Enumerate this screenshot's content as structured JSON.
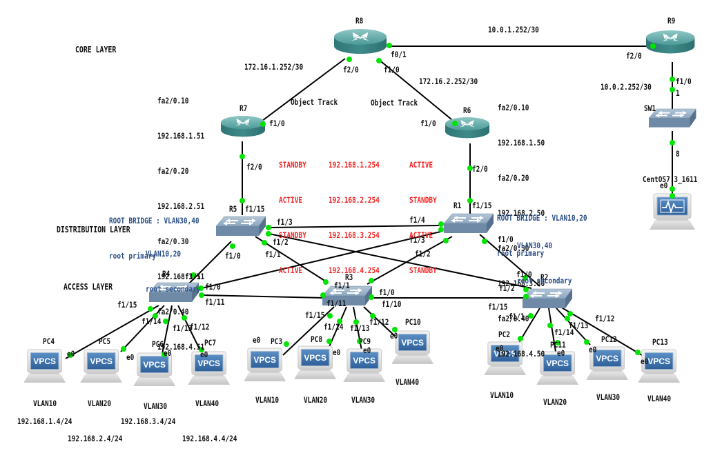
{
  "layers": {
    "core": "CORE LAYER",
    "distribution": "DISTRIBUTION LAYER",
    "access": "ACCESS LAYER"
  },
  "devices": {
    "R8": "R8",
    "R9": "R9",
    "R7": "R7",
    "R6": "R6",
    "SW1": "SW1",
    "CentOS": "CentOS7.3_1611",
    "R5": "R5",
    "R1": "R1",
    "R4": "R4",
    "R3": "R3",
    "R2": "R2",
    "PC2": "PC2",
    "PC3": "PC3",
    "PC4": "PC4",
    "PC5": "PC5",
    "PC6": "PC6",
    "PC7": "PC7",
    "PC8": "PC8",
    "PC9": "PC9",
    "PC10": "PC10",
    "PC11": "PC11",
    "PC12": "PC12",
    "PC13": "PC13"
  },
  "vpcs_label": "VPCS",
  "subnets": {
    "r8_r9": "10.0.1.252/30",
    "r9_sw1": "10.0.2.252/30",
    "r8_r7": "172.16.1.252/30",
    "r8_r6": "172.16.2.252/30"
  },
  "object_track": "Object Track",
  "r7_subifs": [
    "fa2/0.10",
    "192.168.1.51",
    "fa2/0.20",
    "192.168.2.51",
    "fa2/0.30",
    "192.168.3.51",
    "fa2/0.40",
    "192.168.4.51"
  ],
  "r6_subifs": [
    "fa2/0.10",
    "192.168.1.50",
    "fa2/0.20",
    "192.168.2.50",
    "fa2/0.30",
    "192.168.3.50",
    "fa2/0.40",
    "192.168.4.50"
  ],
  "hsrp": {
    "r7_states": [
      "STANDBY",
      "ACTIVE",
      "STANDBY",
      "ACTIVE"
    ],
    "vips": [
      "192.168.1.254",
      "192.168.2.254",
      "192.168.3.254",
      "192.168.4.254"
    ],
    "r6_states": [
      "ACTIVE",
      "STANDBY",
      "ACTIVE",
      "STANDBY"
    ]
  },
  "stp": {
    "r5_primary": [
      "ROOT BRIDGE : VLAN30,40",
      "root primary"
    ],
    "r5_secondary": [
      "VLAN10,20",
      "root secondary"
    ],
    "r1_primary": [
      "ROOT BRIDGE : VLAN10,20",
      "root primary"
    ],
    "r1_secondary": [
      "VLAN30,40",
      "root secondary"
    ]
  },
  "ports": {
    "r8_f01": "f0/1",
    "r8_f20": "f2/0",
    "r8_f10": "f1/0",
    "r9_f20": "f2/0",
    "r9_f10": "f1/0",
    "sw1_1": "1",
    "sw1_8": "8",
    "centos_e0": "e0",
    "r7_f10": "f1/0",
    "r7_f20": "f2/0",
    "r6_f10": "f1/0",
    "r6_f20": "f2/0",
    "r5_f115": "f1/15",
    "r5_f13": "f1/3",
    "r5_f12": "f1/2",
    "r5_f11": "f1/1",
    "r5_f10": "f1/0",
    "r1_f115": "f1/15",
    "r1_f14": "f1/4",
    "r1_f13": "f1/3",
    "r1_f12": "f1/2",
    "r1_f10": "f1/0",
    "r4_f11": "f1/1",
    "r4_f10": "f1/0",
    "r4_f111": "f1/11",
    "r4_f115": "f1/15",
    "r4_f114": "f1/14",
    "r4_f113": "f1/13",
    "r4_f112": "f1/12",
    "r3_f11": "f1/1",
    "r3_f111": "f1/11",
    "r3_f10": "f1/0",
    "r3_f110": "f1/10",
    "r3_f115": "f1/15",
    "r3_f114": "f1/14",
    "r3_f113": "f1/13",
    "r3_f112": "f1/12",
    "r2_f10": "f1/0",
    "r2_f12": "f1/2",
    "r2_f115": "f1/15",
    "r2_f11": "f1/1",
    "r2_f114": "f1/14",
    "r2_f113": "f1/13",
    "r2_f112": "f1/12",
    "e0": "e0"
  },
  "pc_vlans": {
    "PC4": "VLAN10",
    "PC5": "VLAN20",
    "PC6": "VLAN30",
    "PC7": "VLAN40",
    "PC3": "VLAN10",
    "PC8": "VLAN20",
    "PC9": "VLAN30",
    "PC10": "VLAN40",
    "PC2": "VLAN10",
    "PC11": "VLAN20",
    "PC12": "VLAN30",
    "PC13": "VLAN40"
  },
  "pc_ips": {
    "vlan10": "192.168.1.4/24",
    "vlan20": "192.168.2.4/24",
    "vlan30": "192.168.3.4/24",
    "vlan40": "192.168.4.4/24"
  },
  "colors": {
    "link": "#000000",
    "port_dot": "#00e400",
    "router": "#3f8a8a",
    "switch": "#7a94b0",
    "hsrp_text": "#f42424",
    "stp_text": "#2b4f86"
  }
}
